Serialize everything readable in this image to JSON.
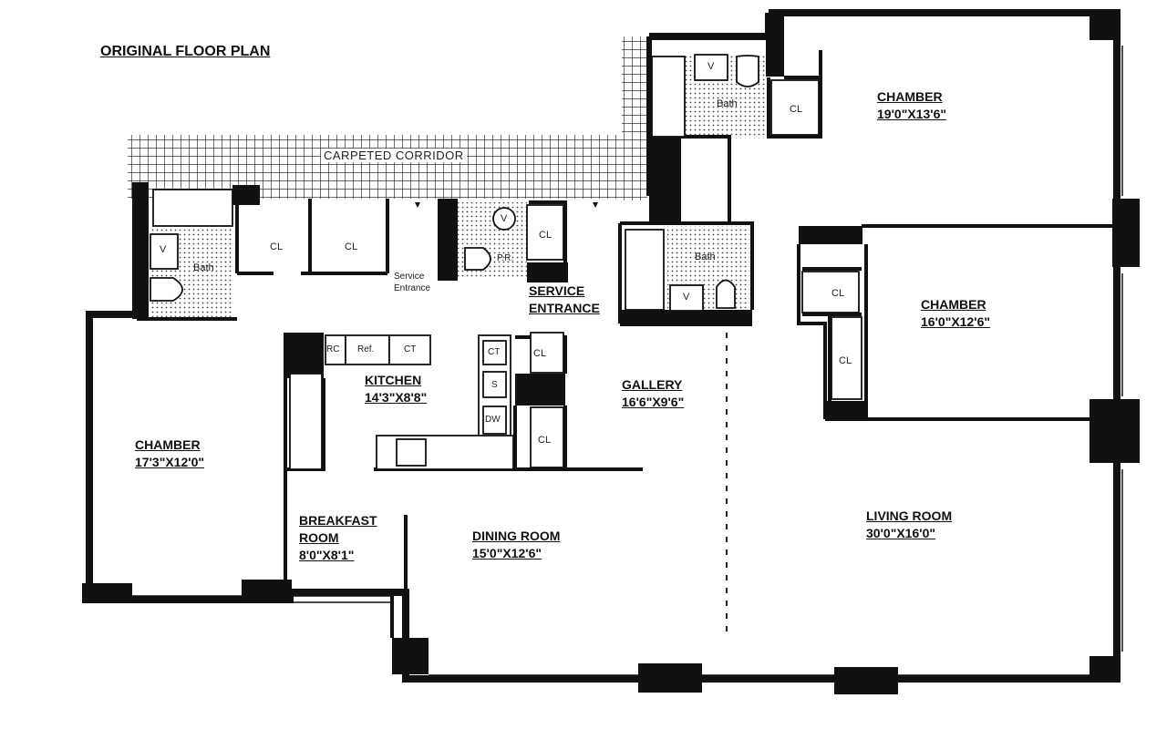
{
  "title": "ORIGINAL FLOOR PLAN",
  "corridor": "CARPETED CORRIDOR",
  "rooms": {
    "chamber_ne": {
      "name": "CHAMBER",
      "dims": "19'0\"X13'6\""
    },
    "chamber_e": {
      "name": "CHAMBER",
      "dims": "16'0\"X12'6\""
    },
    "chamber_w": {
      "name": "CHAMBER",
      "dims": "17'3\"X12'0\""
    },
    "kitchen": {
      "name": "KITCHEN",
      "dims": "14'3\"X8'8\""
    },
    "gallery": {
      "name": "GALLERY",
      "dims": "16'6\"X9'6\""
    },
    "breakfast": {
      "name1": "BREAKFAST",
      "name2": "ROOM",
      "dims": "8'0\"X8'1\""
    },
    "dining": {
      "name": "DINING ROOM",
      "dims": "15'0\"X12'6\""
    },
    "living": {
      "name": "LIVING ROOM",
      "dims": "30'0\"X16'0\""
    },
    "service": {
      "line1": "SERVICE",
      "line2": "ENTRANCE"
    }
  },
  "fixtures": {
    "closet": "CL",
    "bath": "Bath",
    "vanity": "V",
    "powder_room": "P.R.",
    "service_small_1": "Service",
    "service_small_2": "Entrance",
    "rc": "RC",
    "ref": "Ref.",
    "ct": "CT",
    "sink": "S",
    "dw": "DW"
  }
}
